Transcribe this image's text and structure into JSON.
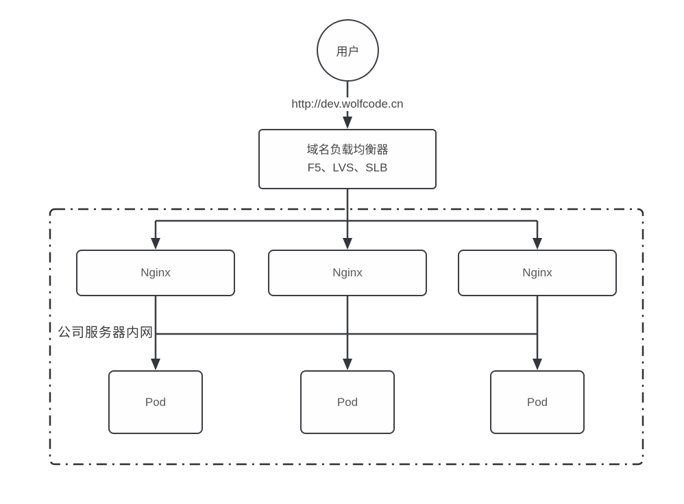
{
  "diagram": {
    "user_node": {
      "label": "用户"
    },
    "request_label": "http://dev.wolfcode.cn",
    "load_balancer": {
      "line1": "域名负载均衡器",
      "line2": "F5、LVS、SLB"
    },
    "intranet": {
      "label": "公司服务器内网"
    },
    "nginx_nodes": [
      {
        "label": "Nginx"
      },
      {
        "label": "Nginx"
      },
      {
        "label": "Nginx"
      }
    ],
    "pod_nodes": [
      {
        "label": "Pod"
      },
      {
        "label": "Pod"
      },
      {
        "label": "Pod"
      }
    ],
    "colors": {
      "stroke": "#3a3d42",
      "arrow": "#33363b",
      "text_latin": "#585858",
      "text_cjk": "#3b3b3b",
      "background": "#ffffff"
    }
  }
}
